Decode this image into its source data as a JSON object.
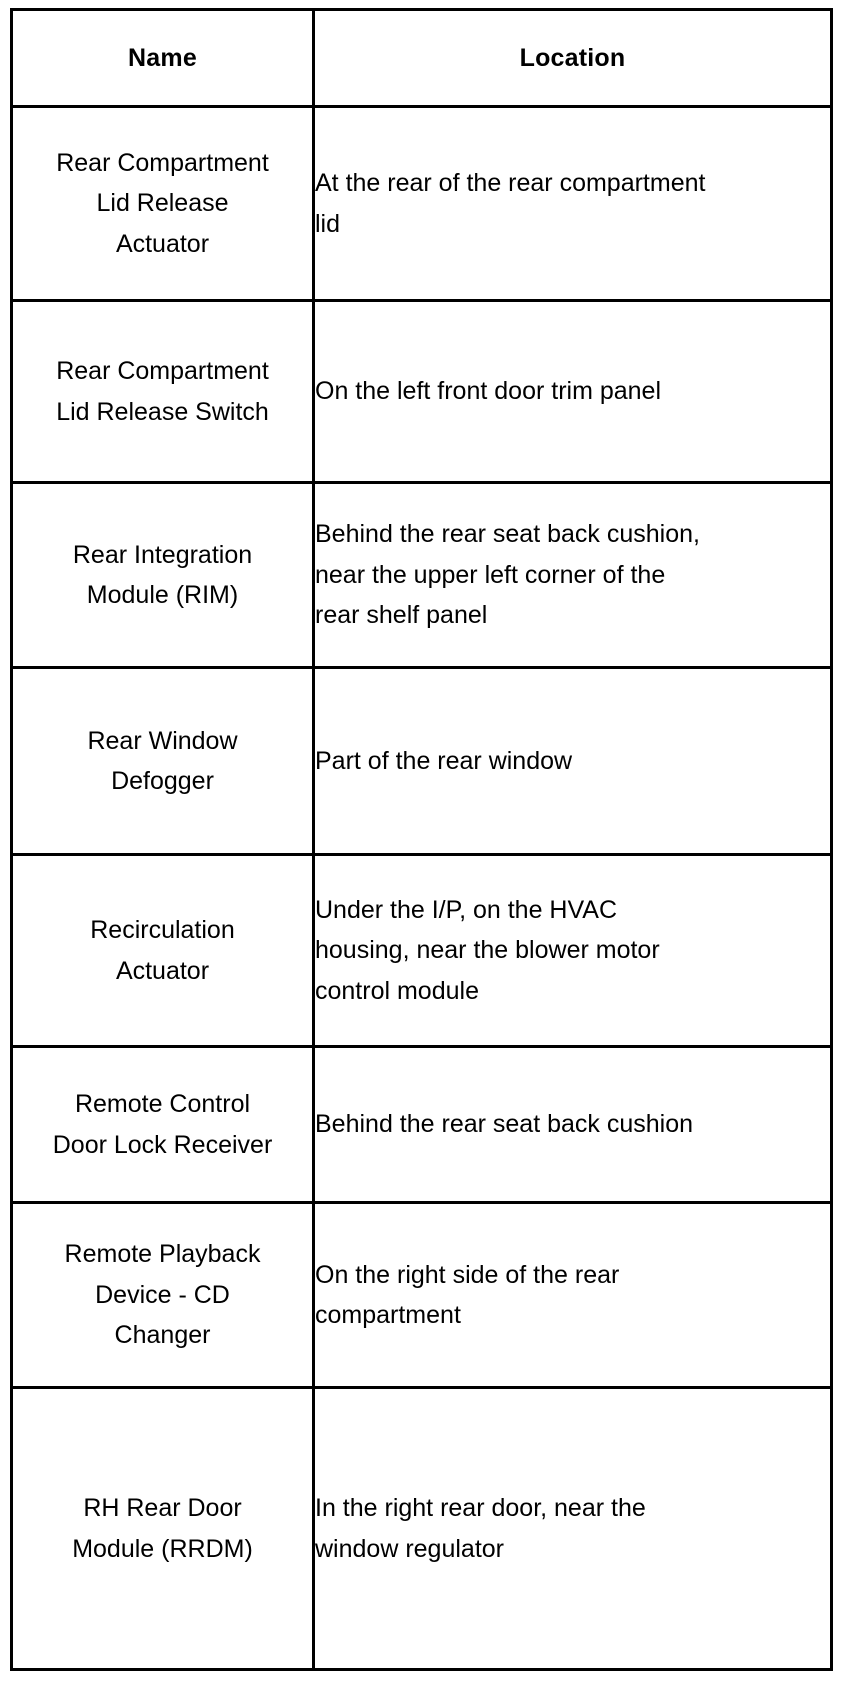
{
  "table": {
    "columns": [
      {
        "key": "name",
        "header": "Name"
      },
      {
        "key": "location",
        "header": "Location"
      }
    ],
    "rows": [
      {
        "name": "Rear Compartment\nLid Release\nActuator",
        "location": "At the rear of the rear compartment\nlid"
      },
      {
        "name": "Rear Compartment\nLid Release Switch",
        "location": "On the left front door trim panel"
      },
      {
        "name": "Rear Integration\nModule (RIM)",
        "location": "Behind the rear seat back cushion,\nnear the upper left corner of the\nrear shelf panel"
      },
      {
        "name": "Rear Window\nDefogger",
        "location": "Part of the rear window"
      },
      {
        "name": "Recirculation\nActuator",
        "location": "Under the I/P, on the HVAC\nhousing, near the blower motor\ncontrol module"
      },
      {
        "name": "Remote Control\nDoor Lock Receiver",
        "location": "Behind the rear seat back cushion"
      },
      {
        "name": "Remote Playback\nDevice - CD\nChanger",
        "location": "On the right side of the rear\ncompartment"
      },
      {
        "name": "RH Rear Door\nModule (RRDM)",
        "location": "In the right rear door, near the\nwindow regulator"
      }
    ]
  },
  "colors": {
    "border": "#000000",
    "text": "#000000",
    "background": "#ffffff"
  }
}
